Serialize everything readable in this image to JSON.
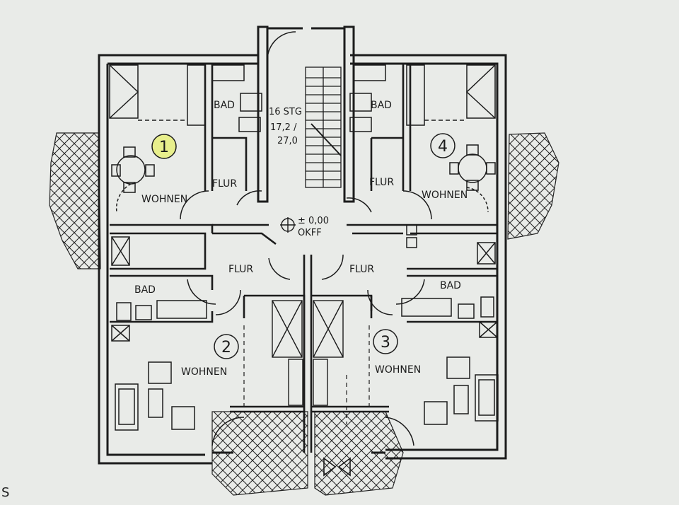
{
  "plan": {
    "rooms": {
      "wohnen_1": "WOHNEN",
      "wohnen_2": "WOHNEN",
      "wohnen_3": "WOHNEN",
      "wohnen_4": "WOHNEN",
      "bad_1": "BAD",
      "bad_2": "BAD",
      "bad_3": "BAD",
      "bad_4": "BAD",
      "flur_1": "FLUR",
      "flur_2": "FLUR",
      "flur_3": "FLUR",
      "flur_4": "FLUR"
    },
    "units": [
      "1",
      "2",
      "3",
      "4"
    ],
    "stair": {
      "line1": "16 STG",
      "line2": "17,2  /",
      "line3": "27,0"
    },
    "level": {
      "value": "± 0,00",
      "ref": "OKFF"
    },
    "edge_text": "S",
    "colors": {
      "paper": "#e9ebe8",
      "ink": "#1c1c1c",
      "highlight": "#e8ef8c"
    }
  }
}
